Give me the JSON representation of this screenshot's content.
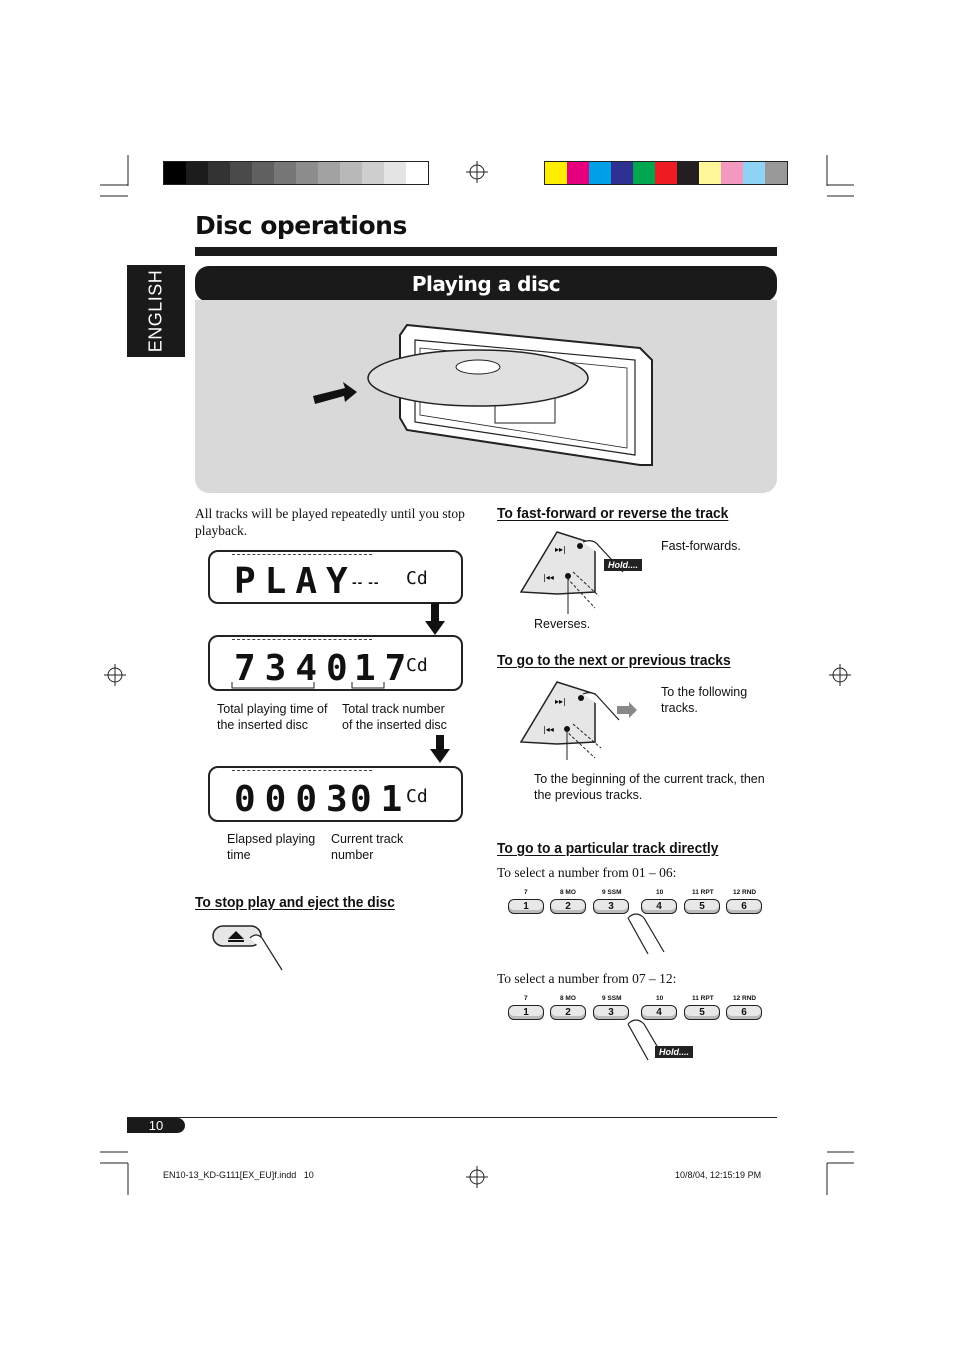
{
  "page_title": "Disc operations",
  "sidebar_lang": "ENGLISH",
  "banner_title": "Playing a disc",
  "intro": "All tracks will be played repeatedly until you stop playback.",
  "lcd": {
    "play_text": "PLAY",
    "play_dashes": "-- --",
    "cd_text": "Cd",
    "total_time": "7340",
    "total_tracks": "17",
    "elapsed": "0003",
    "current_track": "01"
  },
  "captions": {
    "total_time": "Total playing time of the inserted disc",
    "total_tracks": "Total track number of the inserted disc",
    "elapsed": "Elapsed playing time",
    "current_track": "Current track number"
  },
  "stop": {
    "heading": "To stop play and eject the disc"
  },
  "ff": {
    "heading": "To fast-forward or reverse the track",
    "forward": "Fast-forwards.",
    "reverse": "Reverses.",
    "hold": "Hold...."
  },
  "next": {
    "heading": "To go to the next or previous tracks",
    "following": "To the following tracks.",
    "beginning": "To the beginning of the current track, then the previous tracks."
  },
  "direct": {
    "heading": "To go to a particular track directly",
    "range1": "To select a number from 01 – 06:",
    "range2": "To select a number from 07 – 12:",
    "hold": "Hold....",
    "keys": [
      "1",
      "2",
      "3",
      "4",
      "5",
      "6"
    ],
    "key_labels": [
      "7",
      "8 MO",
      "9 SSM",
      "10",
      "11 RPT",
      "12 RND"
    ]
  },
  "page_number": "10",
  "footer_file": "EN10-13_KD-G111[EX_EU]f.indd   10",
  "footer_date": "10/8/04, 12:15:19 PM"
}
